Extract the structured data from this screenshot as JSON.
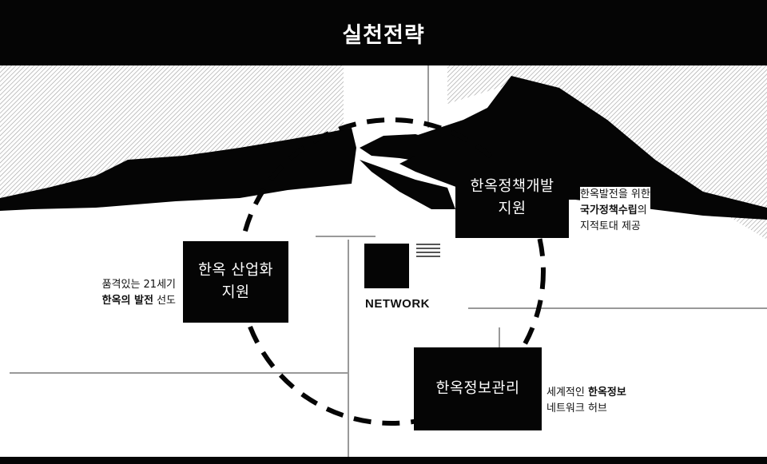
{
  "title": "실천전략",
  "network": {
    "label": "NETWORK"
  },
  "nodes": {
    "policy": {
      "line1": "한옥정책개발",
      "line2": "지원"
    },
    "industry": {
      "line1": "한옥 산업화",
      "line2": "지원"
    },
    "info": {
      "line1": "한옥정보관리"
    }
  },
  "notes": {
    "policy": {
      "line1": "한옥발전을 위한",
      "line2_bold": "국가정책수립",
      "line2_rest": "의",
      "line3": "지적토대 제공"
    },
    "industry": {
      "line1": "품격있는 21세기",
      "line2_bold": "한옥의 발전",
      "line2_rest": " 선도"
    },
    "info": {
      "line1_pre": "세계적인 ",
      "line1_bold": "한옥정보",
      "line2": "네트워크 허브"
    }
  },
  "colors": {
    "box": "#050505",
    "background": "#ffffff",
    "text": "#111111"
  }
}
